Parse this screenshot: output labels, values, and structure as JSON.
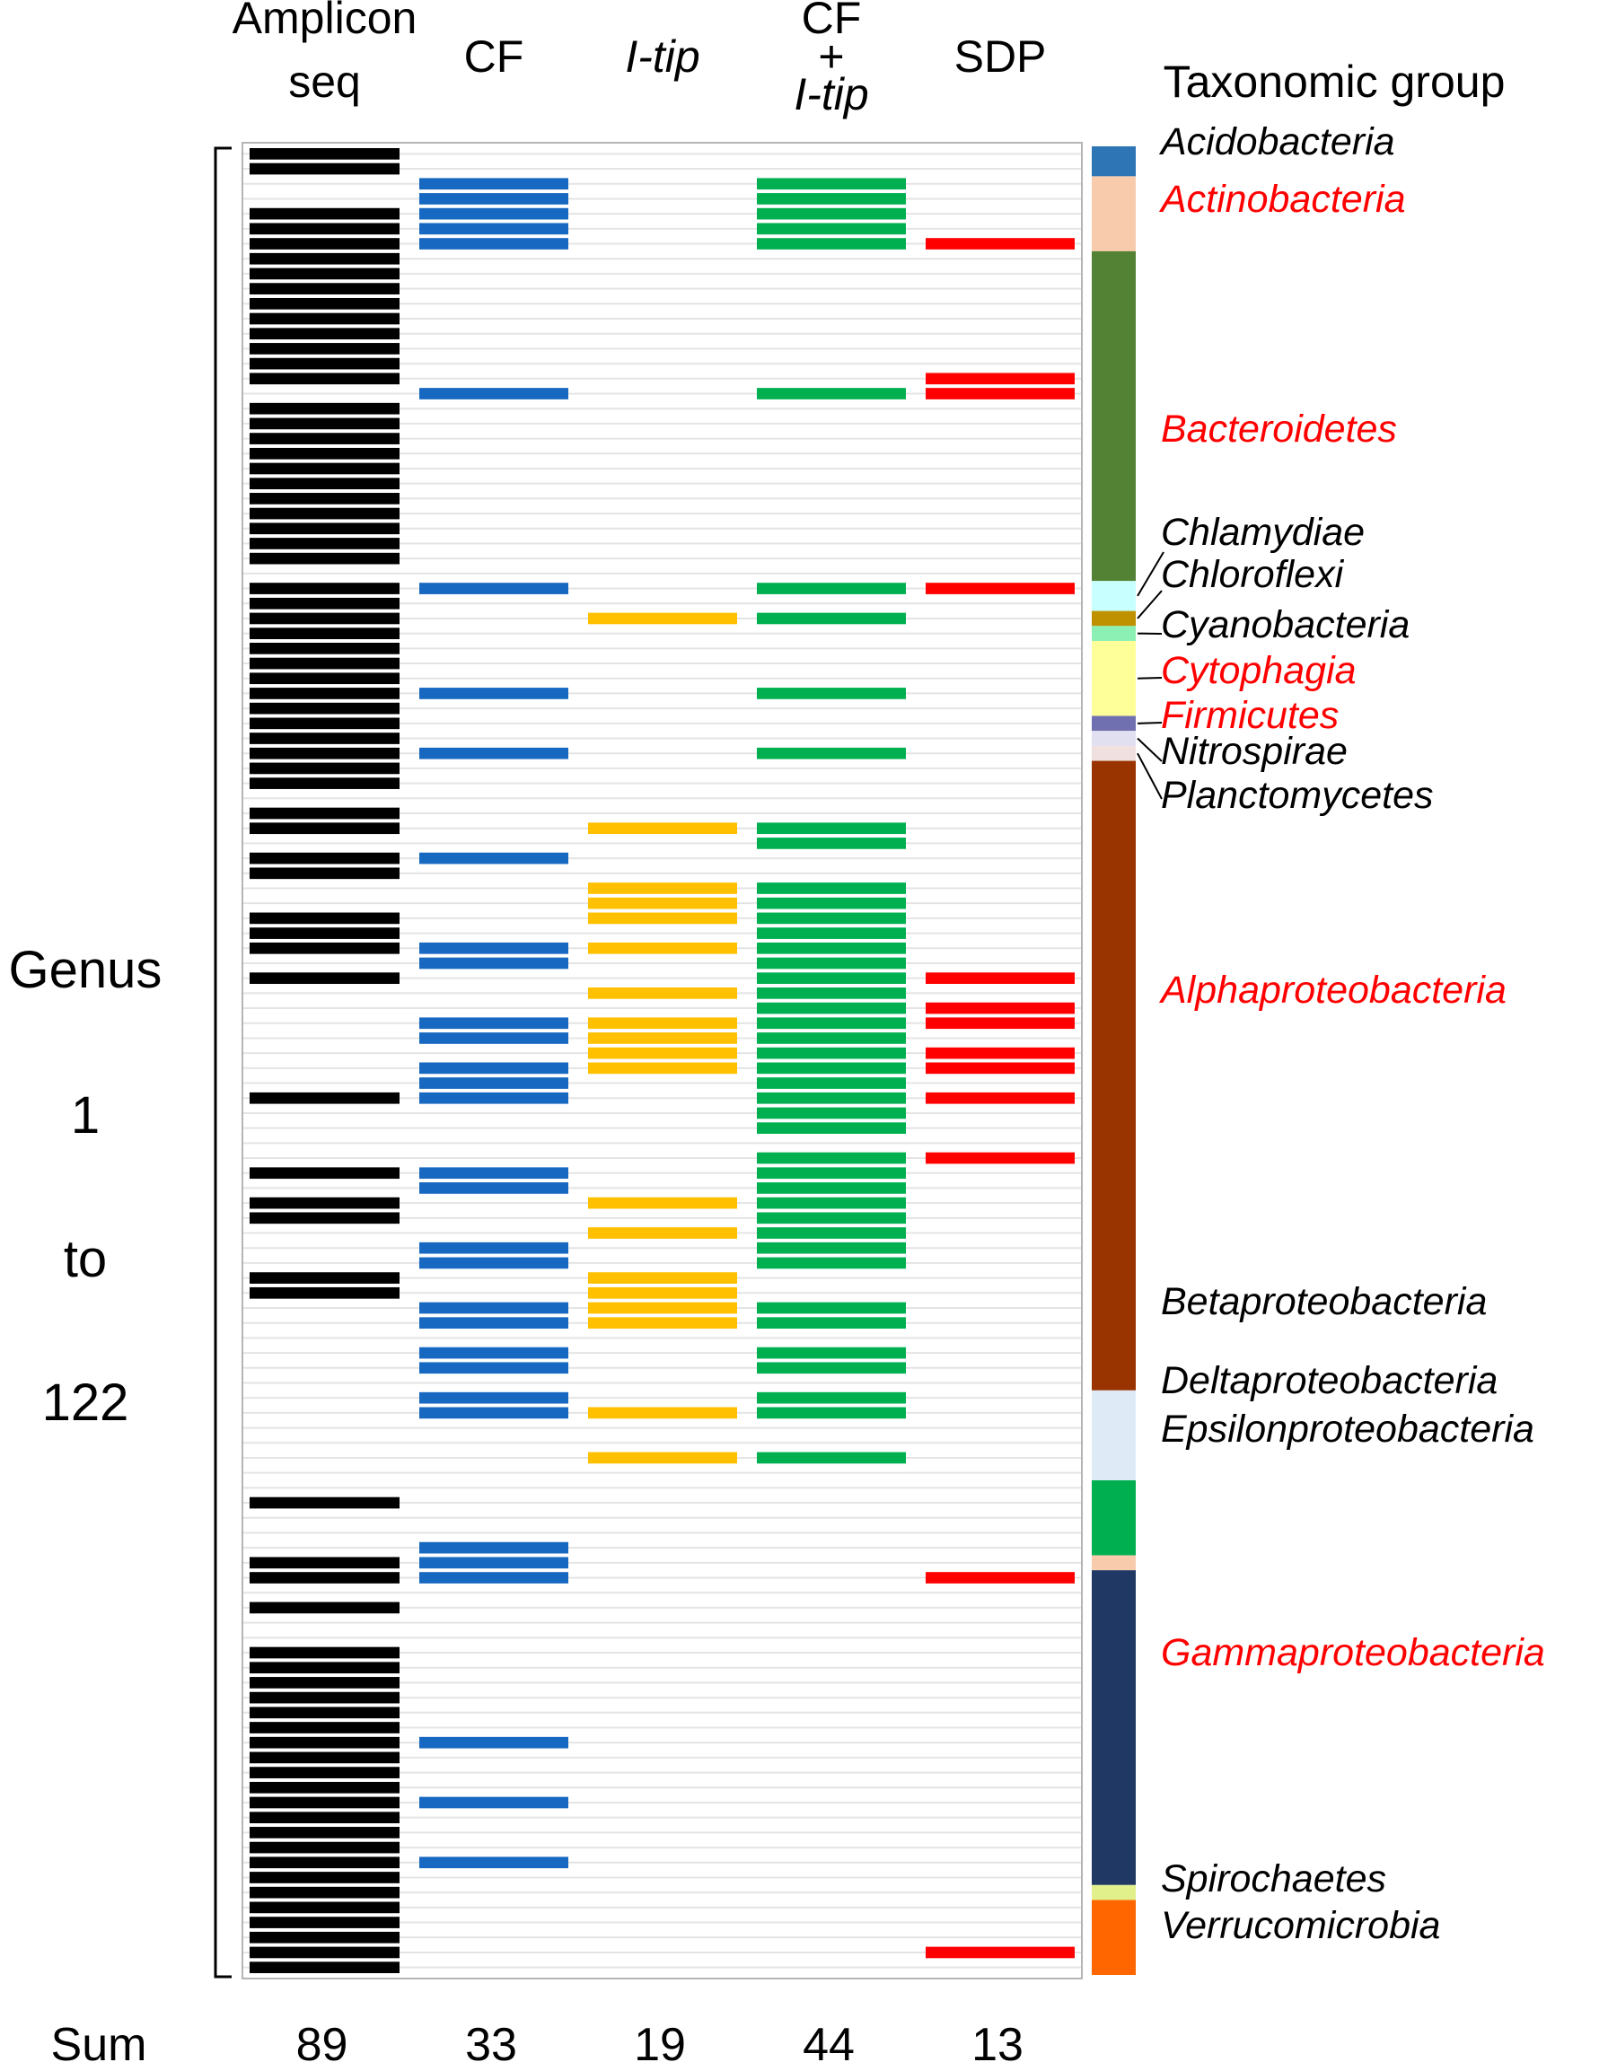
{
  "chart_data": {
    "type": "table",
    "columns": [
      {
        "key": "amplicon",
        "label_lines": [
          "Amplicon",
          "seq"
        ],
        "italic_lines": [],
        "color": "#000000"
      },
      {
        "key": "cf",
        "label_lines": [
          "CF"
        ],
        "italic_lines": [],
        "color": "#1768c0"
      },
      {
        "key": "itip",
        "label_lines": [
          "I-tip"
        ],
        "italic_lines": [
          0
        ],
        "color": "#ffc000"
      },
      {
        "key": "cf_itip",
        "label_lines": [
          "CF",
          "+",
          "I-tip"
        ],
        "italic_lines": [
          2
        ],
        "color": "#00b050"
      },
      {
        "key": "sdp",
        "label_lines": [
          "SDP"
        ],
        "italic_lines": [],
        "color": "#ff0000"
      }
    ],
    "taxonomic_header": "Taxonomic group",
    "row_axis": {
      "label_lines": [
        "Genus",
        "1",
        "to",
        "122"
      ],
      "first": 1,
      "last": 122
    },
    "n_genera": 122,
    "detected_genera": {
      "amplicon": [
        1,
        2,
        5,
        6,
        7,
        8,
        9,
        10,
        11,
        12,
        13,
        14,
        15,
        16,
        18,
        19,
        20,
        21,
        22,
        23,
        24,
        25,
        26,
        27,
        28,
        30,
        31,
        32,
        33,
        34,
        35,
        36,
        37,
        38,
        39,
        40,
        41,
        42,
        43,
        45,
        46,
        48,
        49,
        52,
        53,
        54,
        56,
        64,
        69,
        71,
        72,
        76,
        77,
        91,
        95,
        96,
        98,
        101,
        102,
        103,
        104,
        105,
        106,
        107,
        108,
        109,
        110,
        111,
        112,
        113,
        114,
        115,
        116,
        117,
        118,
        119,
        120,
        121,
        122
      ],
      "cf": [
        3,
        4,
        5,
        6,
        7,
        17,
        30,
        37,
        41,
        48,
        54,
        55,
        59,
        60,
        62,
        63,
        64,
        69,
        70,
        74,
        75,
        78,
        79,
        81,
        82,
        84,
        85,
        94,
        95,
        96,
        107,
        111,
        115
      ],
      "itip": [
        32,
        46,
        50,
        51,
        52,
        54,
        57,
        59,
        60,
        61,
        62,
        71,
        73,
        76,
        77,
        78,
        79,
        85,
        88
      ],
      "cf_itip": [
        3,
        4,
        5,
        6,
        7,
        17,
        30,
        32,
        37,
        41,
        46,
        47,
        50,
        51,
        52,
        53,
        54,
        55,
        56,
        57,
        58,
        59,
        60,
        61,
        62,
        63,
        64,
        65,
        66,
        68,
        69,
        70,
        71,
        72,
        73,
        74,
        75,
        78,
        79,
        81,
        82,
        84,
        85,
        88
      ],
      "sdp": [
        7,
        16,
        17,
        30,
        56,
        58,
        59,
        61,
        62,
        64,
        68,
        96,
        121
      ]
    },
    "taxonomic_groups": [
      {
        "name": "Acidobacteria",
        "start": 1,
        "end": 2,
        "color": "#2e75b6",
        "label_color": "#000000"
      },
      {
        "name": "Actinobacteria",
        "start": 3,
        "end": 7,
        "color": "#f8cbad",
        "label_color": "#ff0000"
      },
      {
        "name": "Bacteroidetes",
        "start": 8,
        "end": 29,
        "color": "#548235",
        "label_color": "#ff0000"
      },
      {
        "name": "Chlamydiae",
        "start": 30,
        "end": 31,
        "color": "#c8ffff",
        "label_color": "#000000"
      },
      {
        "name": "Chloroflexi",
        "start": 32,
        "end": 32,
        "color": "#bf9000",
        "label_color": "#000000"
      },
      {
        "name": "Cyanobacteria",
        "start": 33,
        "end": 33,
        "color": "#8cf0b4",
        "label_color": "#000000"
      },
      {
        "name": "Cytophagia",
        "start": 34,
        "end": 38,
        "color": "#ffff99",
        "label_color": "#ff0000"
      },
      {
        "name": "Firmicutes",
        "start": 39,
        "end": 39,
        "color": "#7070b0",
        "label_color": "#ff0000"
      },
      {
        "name": "Nitrospirae",
        "start": 40,
        "end": 40,
        "color": "#e0e0f0",
        "label_color": "#000000"
      },
      {
        "name": "Planctomycetes",
        "start": 41,
        "end": 41,
        "color": "#f0e0e0",
        "label_color": "#000000"
      },
      {
        "name": "Alphaproteobacteria",
        "start": 42,
        "end": 83,
        "color": "#993300",
        "label_color": "#ff0000"
      },
      {
        "name": "Betaproteobacteria",
        "start": 84,
        "end": 89,
        "color": "#deebf7",
        "label_color": "#000000"
      },
      {
        "name": "Deltaproteobacteria",
        "start": 90,
        "end": 94,
        "color": "#00b050",
        "label_color": "#000000"
      },
      {
        "name": "Epsilonproteobacteria",
        "start": 95,
        "end": 95,
        "color": "#f8cbad",
        "label_color": "#000000"
      },
      {
        "name": "Gammaproteobacteria",
        "start": 96,
        "end": 116,
        "color": "#203864",
        "label_color": "#ff0000"
      },
      {
        "name": "Spirochaetes",
        "start": 117,
        "end": 117,
        "color": "#e2f08c",
        "label_color": "#000000"
      },
      {
        "name": "Verrucomicrobia",
        "start": 118,
        "end": 122,
        "color": "#ff6600",
        "label_color": "#000000"
      }
    ],
    "sums": {
      "label": "Sum",
      "values": [
        89,
        33,
        19,
        44,
        13
      ]
    }
  }
}
